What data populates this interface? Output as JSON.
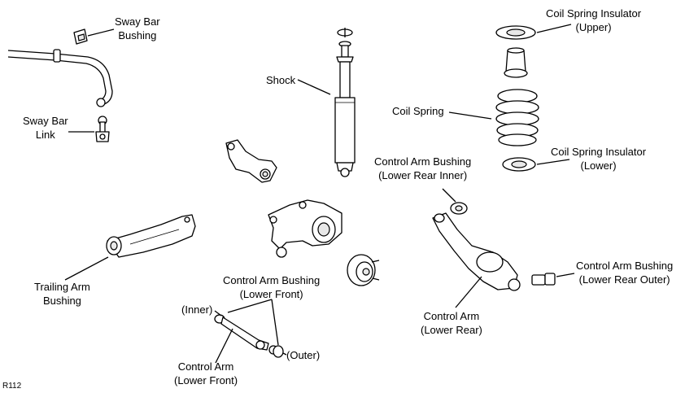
{
  "diagram_id": "R112",
  "labels": {
    "sway_bar_bushing": [
      "Sway Bar",
      "Bushing"
    ],
    "sway_bar_link": [
      "Sway Bar",
      "Link"
    ],
    "shock": [
      "Shock"
    ],
    "coil_spring_insulator_upper": [
      "Coil Spring Insulator",
      "(Upper)"
    ],
    "coil_spring": [
      "Coil Spring"
    ],
    "coil_spring_insulator_lower": [
      "Coil Spring Insulator",
      "(Lower)"
    ],
    "control_arm_bushing_lower_rear_inner": [
      "Control Arm Bushing",
      "(Lower Rear Inner)"
    ],
    "trailing_arm_bushing": [
      "Trailing Arm",
      "Bushing"
    ],
    "control_arm_bushing_lower_front": [
      "Control Arm Bushing",
      "(Lower Front)"
    ],
    "inner": "(Inner)",
    "outer": "(Outer)",
    "control_arm_lower_front": [
      "Control Arm",
      "(Lower Front)"
    ],
    "control_arm_lower_rear": [
      "Control Arm",
      "(Lower Rear)"
    ],
    "control_arm_bushing_lower_rear_outer": [
      "Control Arm Bushing",
      "(Lower Rear Outer)"
    ]
  }
}
